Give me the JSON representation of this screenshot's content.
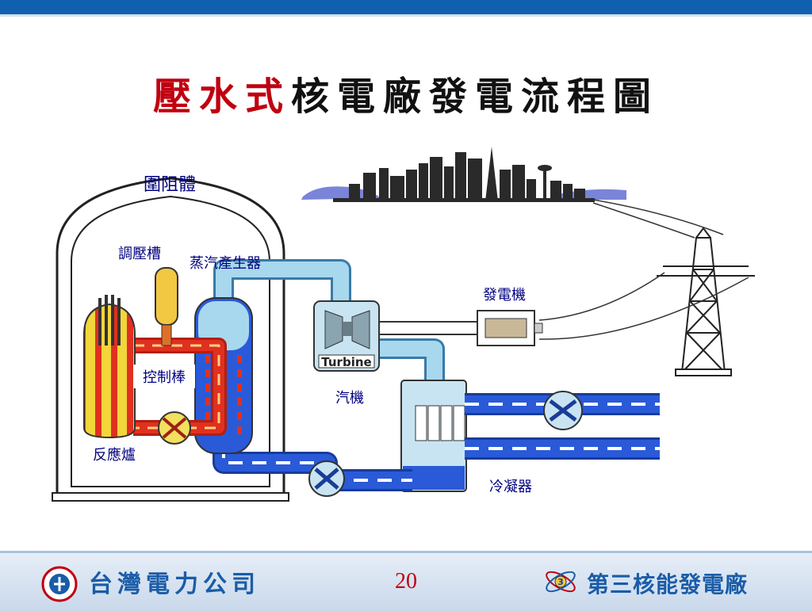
{
  "title": {
    "highlight": "壓水式",
    "rest": "核電廠發電流程圖"
  },
  "labels": {
    "containment": "圍阻體",
    "pressurizer": "調壓槽",
    "steam_generator": "蒸汽產生器",
    "generator": "發電機",
    "turbine_en": "Turbine",
    "control_rods": "控制棒",
    "turbine": "汽機",
    "reactor": "反應爐",
    "condenser": "冷凝器"
  },
  "footer": {
    "company": "台灣電力公司",
    "page_number": "20",
    "plant": "第三核能發電廠",
    "plant_badge": "3"
  },
  "colors": {
    "hot_loop": "#e03020",
    "cold_water": "#2a5ad8",
    "steam": "#a8d8ee",
    "accent_title": "#c00010",
    "label_text": "#000080"
  }
}
